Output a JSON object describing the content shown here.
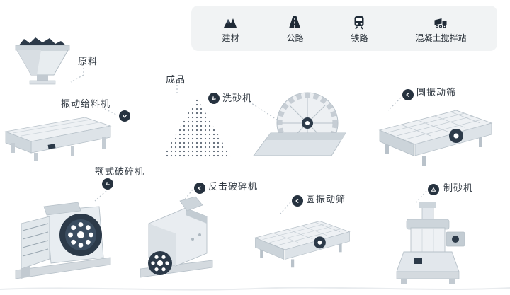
{
  "colors": {
    "accent": "#2c3a49",
    "panel_bg": "#f1f3f4",
    "connector": "#b9c2ca",
    "label_text": "#333b44"
  },
  "legend": {
    "items": [
      {
        "label": "建材",
        "icon": "building-materials-icon"
      },
      {
        "label": "公路",
        "icon": "highway-icon"
      },
      {
        "label": "铁路",
        "icon": "railway-icon"
      },
      {
        "label": "混凝土搅拌站",
        "icon": "concrete-mixing-plant-icon"
      }
    ]
  },
  "nodes": {
    "raw_material": {
      "label": "原料"
    },
    "vibrating_feeder": {
      "label": "振动给料机"
    },
    "finished_product": {
      "label": "成品"
    },
    "sand_washer": {
      "label": "洗砂机"
    },
    "screen_top": {
      "label": "圆振动筛"
    },
    "jaw_crusher": {
      "label": "颚式破碎机"
    },
    "impact_crusher": {
      "label": "反击破碎机"
    },
    "screen_bottom": {
      "label": "圆振动筛"
    },
    "sand_maker": {
      "label": "制砂机"
    }
  }
}
